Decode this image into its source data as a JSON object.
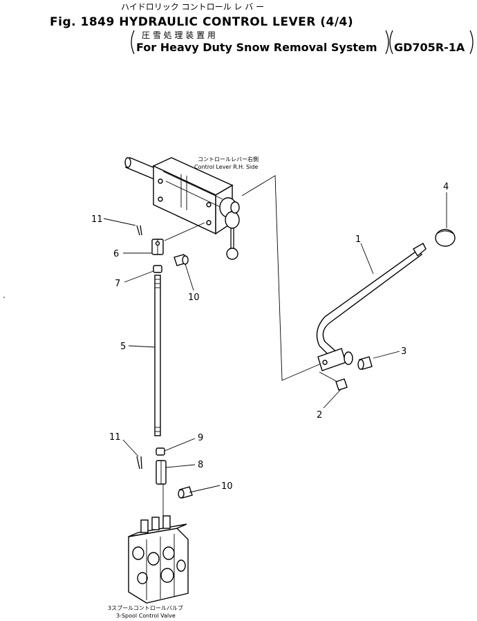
{
  "header": {
    "jp_title": "ハイドロリック コントロール レ バ ー",
    "fig_title": "Fig. 1849 HYDRAULIC CONTROL LEVER (4/4)",
    "jp_subtitle": "圧 雪 処 理 装 置 用",
    "subtitle": "For Heavy Duty Snow Removal System",
    "model": "GD705R-1A"
  },
  "captions": {
    "lever_jp": "コントロールレバー右側",
    "lever_en": "Control Lever R.H. Side",
    "valve_jp": "3スプールコントロールバルブ",
    "valve_en": "3-Spool Control Valve"
  },
  "callouts": [
    "1",
    "2",
    "3",
    "4",
    "5",
    "6",
    "7",
    "8",
    "9",
    "10",
    "10",
    "11",
    "11"
  ]
}
